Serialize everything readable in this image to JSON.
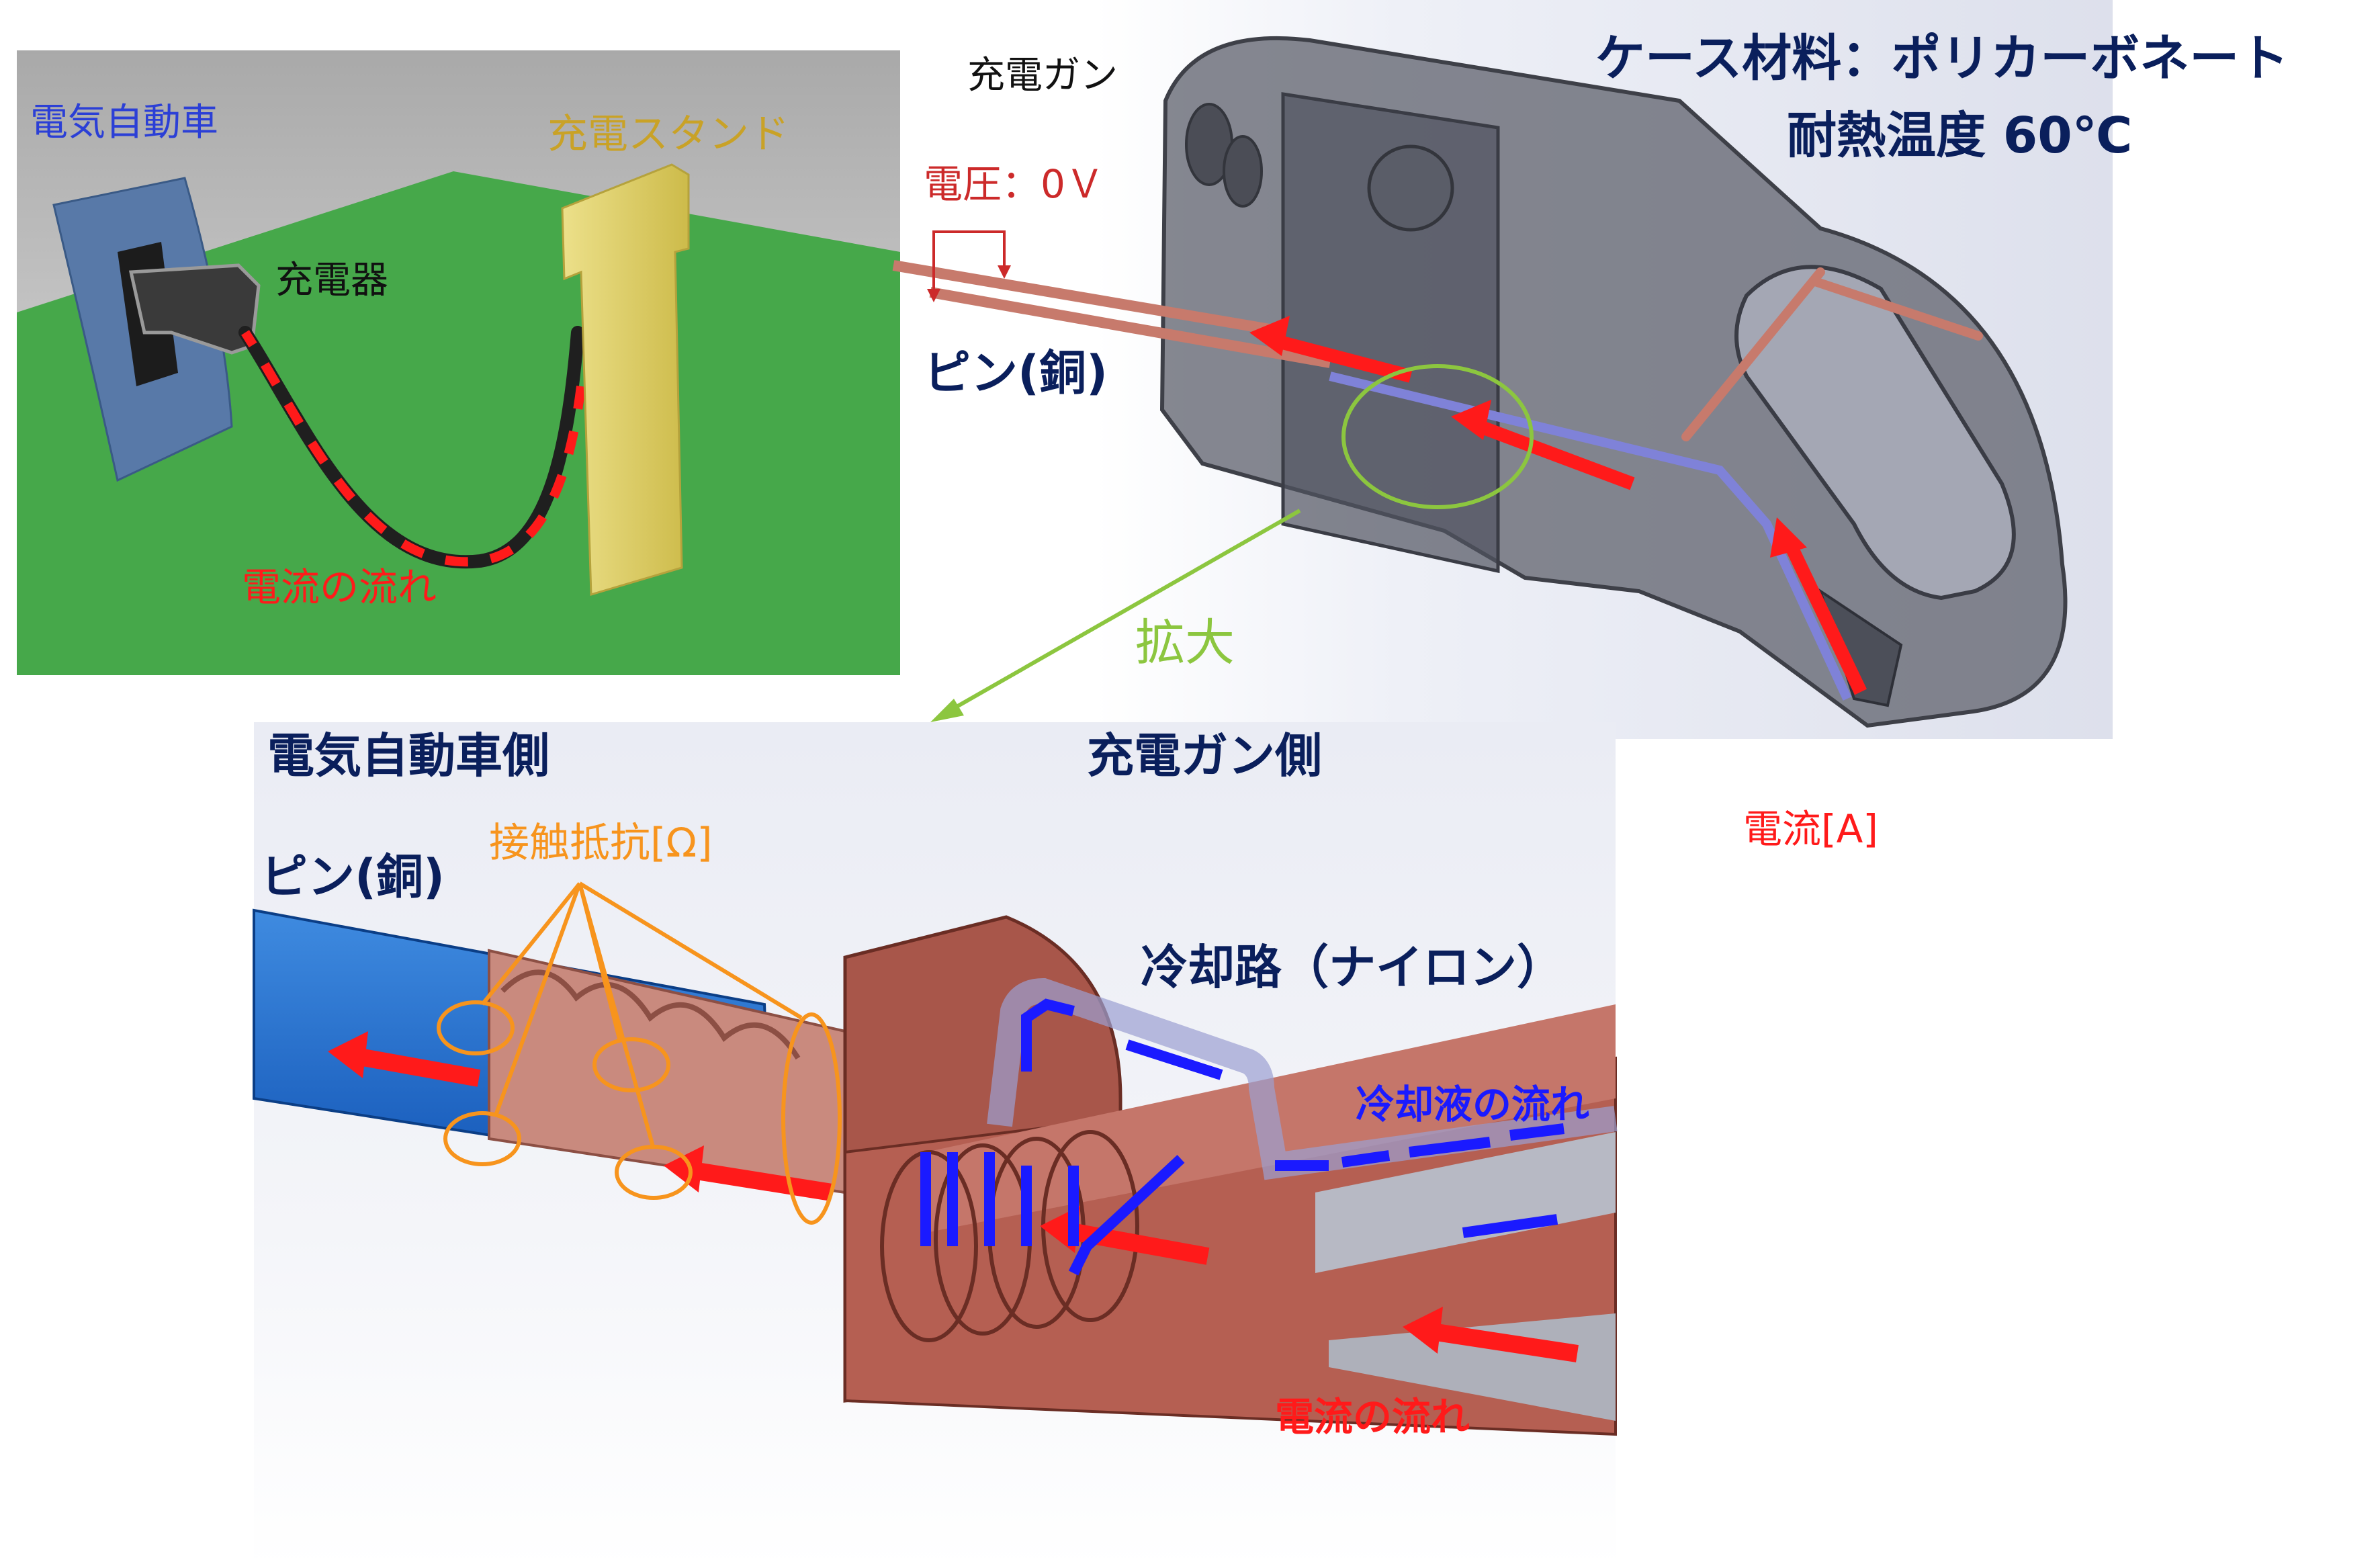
{
  "colors": {
    "ev": "#2b3fd6",
    "stand": "#c9a227",
    "black": "#111111",
    "current": "#ff1a1a",
    "navy": "#0a1f5c",
    "green": "#8cc63f",
    "orange": "#f7941d",
    "blue": "#1a1aff",
    "copper": "#b86a5c"
  },
  "scene": {
    "ev_label": "電気自動車",
    "stand_label": "充電スタンド",
    "charger_label": "充電器",
    "current_label": "電流の流れ"
  },
  "gun": {
    "title_label": "充電ガン",
    "voltage_label": "電圧：0Ｖ",
    "pin_label": "ピン(銅)",
    "case_material": "ケース材料：ポリカーボネート",
    "heat_temp": "耐熱温度 60℃",
    "zoom_label": "拡大",
    "current_unit_label": "電流[A]"
  },
  "detail": {
    "ev_side_label": "電気自動車側",
    "gun_side_label": "充電ガン側",
    "contact_label": "接触抵抗[Ω]",
    "pin_label": "ピン(銅)",
    "cooling_path_label": "冷却路（ナイロン）",
    "coolant_label": "冷却液の流れ",
    "current_label": "電流の流れ"
  }
}
